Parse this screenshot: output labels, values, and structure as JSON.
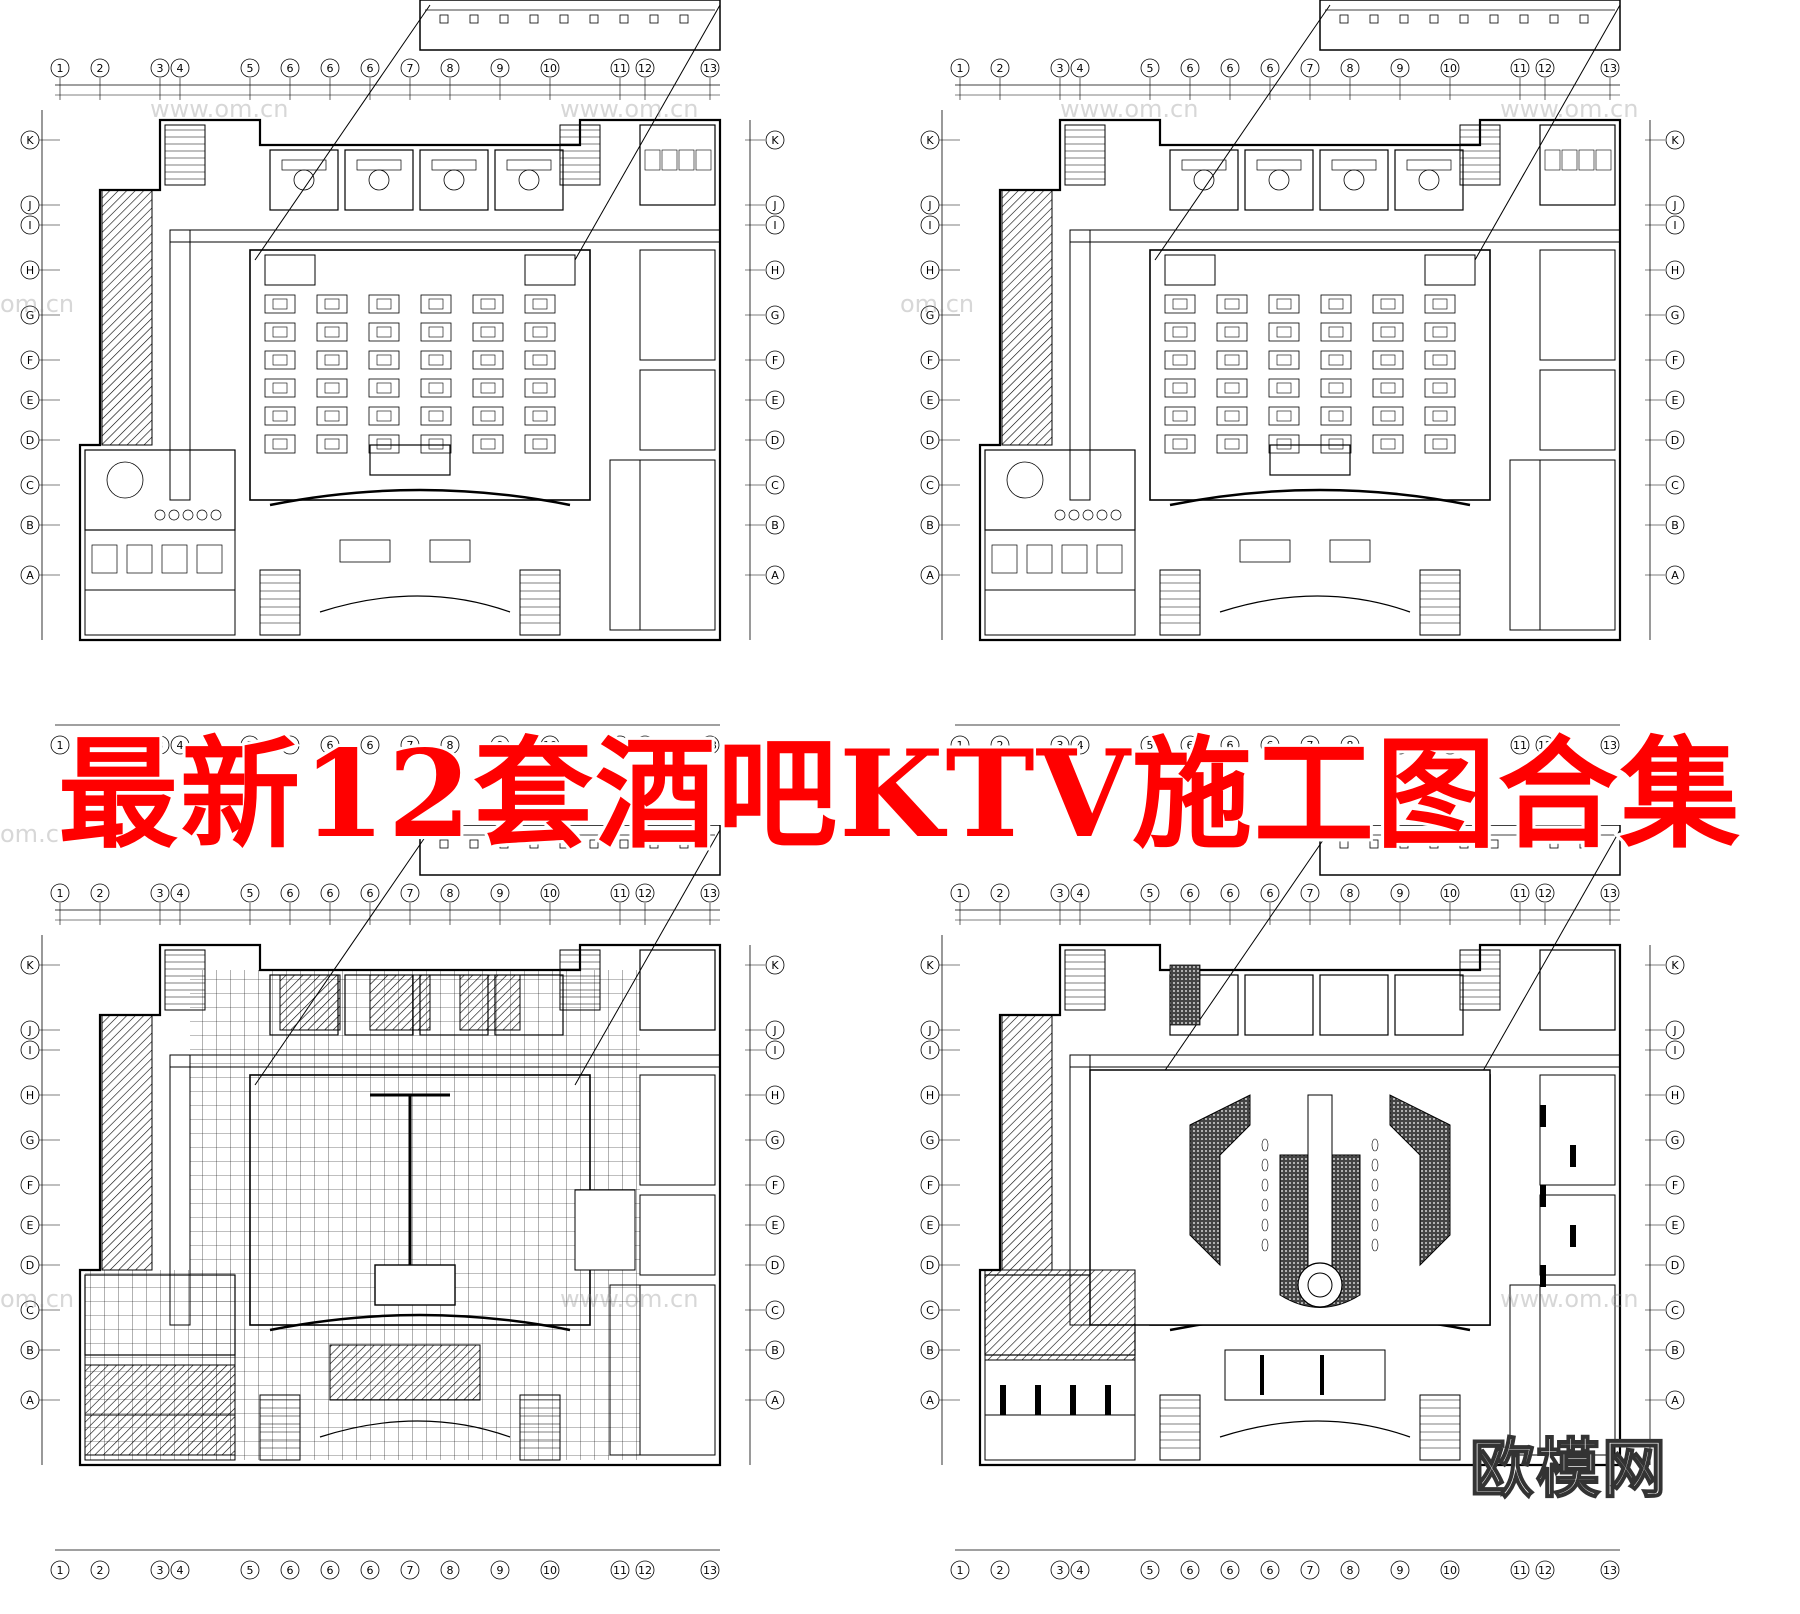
{
  "title": "最新12套酒吧KTV施工图合集",
  "brand": "欧模网",
  "watermark_domain": "www.om.cn",
  "watermark_short": "om.cn",
  "axes": {
    "columns": [
      "1",
      "2",
      "3",
      "4",
      "5",
      "6",
      "6",
      "6",
      "7",
      "8",
      "9",
      "10",
      "11",
      "12",
      "13"
    ],
    "rows": [
      "K",
      "J",
      "I",
      "H",
      "G",
      "F",
      "E",
      "D",
      "C",
      "B",
      "A"
    ]
  },
  "colors": {
    "title": "#ff0000",
    "lines": "#000000",
    "background": "#ffffff"
  },
  "plans": [
    {
      "id": "plan-furniture-top-left",
      "style": "furniture"
    },
    {
      "id": "plan-furniture-top-right",
      "style": "furniture"
    },
    {
      "id": "plan-ceiling-grid-bottom-left",
      "style": "grid"
    },
    {
      "id": "plan-ceiling-decor-bottom-right",
      "style": "decor"
    }
  ]
}
